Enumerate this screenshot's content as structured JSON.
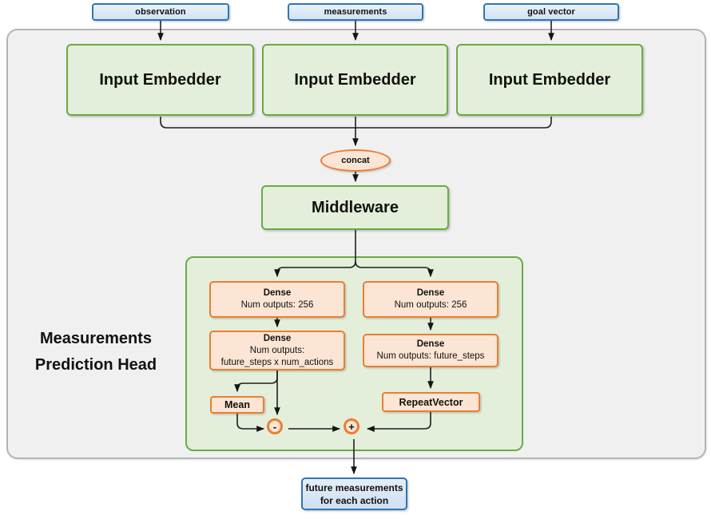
{
  "top_inputs": [
    "observation",
    "measurements",
    "goal vector"
  ],
  "embedders": [
    "Input Embedder",
    "Input Embedder",
    "Input Embedder"
  ],
  "concat_label": "concat",
  "middleware_label": "Middleware",
  "head": {
    "title_line1": "Measurements",
    "title_line2": "Prediction Head",
    "left": {
      "dense1": {
        "title": "Dense",
        "line2": "Num outputs: 256"
      },
      "dense2": {
        "title": "Dense",
        "line2": "Num outputs:",
        "line3": "future_steps x num_actions"
      },
      "mean_label": "Mean",
      "minus_label": "-"
    },
    "right": {
      "dense1": {
        "title": "Dense",
        "line2": "Num outputs: 256"
      },
      "dense2": {
        "title": "Dense",
        "line2": "Num outputs: future_steps"
      },
      "repeat_label": "RepeatVector",
      "plus_label": "+"
    }
  },
  "output": {
    "line1": "future measurements",
    "line2": "for each action"
  },
  "colors": {
    "blue_border": "#2e75b6",
    "blue_fill": "#d9e7f5",
    "green_border": "#6aaa45",
    "green_fill": "#e3efda",
    "orange_border": "#ed7d31",
    "orange_fill": "#fce5d4",
    "panel_fill": "#f0f0f1",
    "panel_border": "#b5b5b8",
    "wire": "#1f1f1f"
  }
}
